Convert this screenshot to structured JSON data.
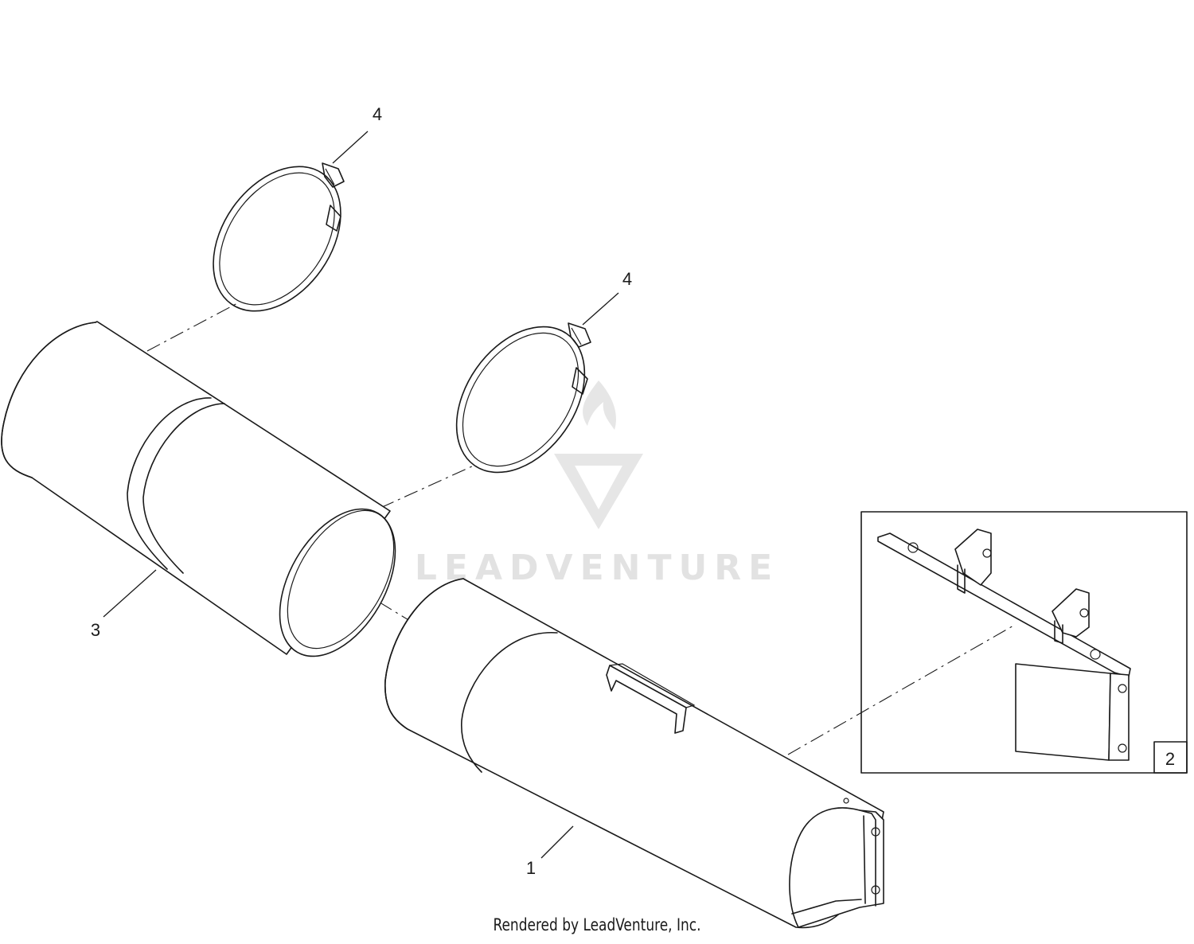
{
  "callouts": {
    "clamp_top": "4",
    "clamp_middle": "4",
    "tube_left": "3",
    "tube_front": "1",
    "inset_box": "2"
  },
  "watermark": "LEADVENTURE",
  "footer": "Rendered by LeadVenture, Inc.",
  "colors": {
    "line": "#1a1a1a",
    "watermark": "#e2e2e2",
    "background": "#ffffff"
  }
}
